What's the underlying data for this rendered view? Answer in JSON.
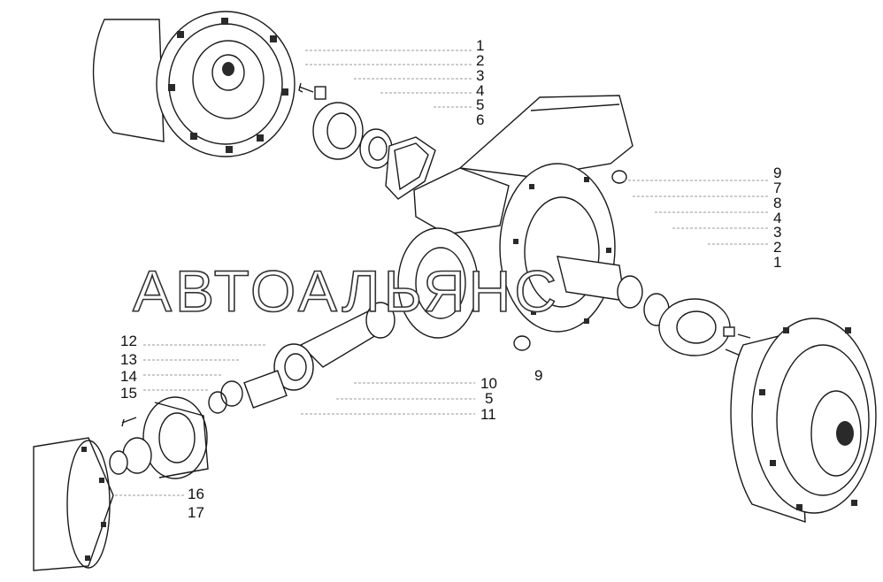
{
  "watermark": "АВТОАЛЬЯНС",
  "callouts": {
    "upper_left": [
      "1",
      "2",
      "3",
      "4",
      "5",
      "6"
    ],
    "right": [
      "9",
      "7",
      "8",
      "4",
      "3",
      "2",
      "1"
    ],
    "left": [
      "12",
      "13",
      "14",
      "15"
    ],
    "center_bottom": [
      "10",
      "5",
      "11"
    ],
    "center": "9",
    "bottom_left": [
      "16",
      "17"
    ]
  }
}
